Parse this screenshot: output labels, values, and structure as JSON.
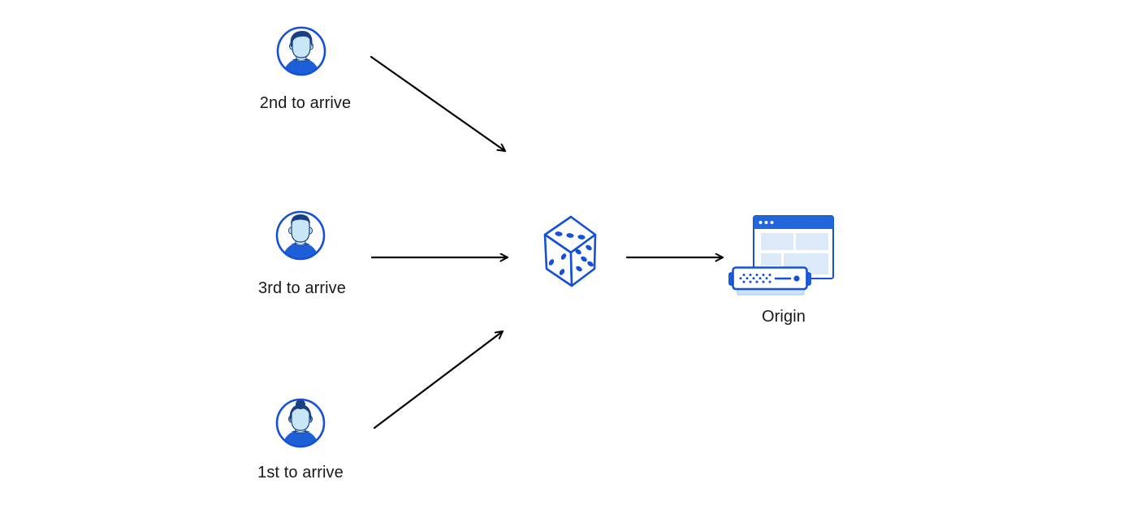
{
  "diagram": {
    "title": "request-coalescing-random-order-diagram",
    "clients": [
      {
        "id": "client-second",
        "label": "2nd to arrive",
        "icon": "avatar-man-swept-hair-icon"
      },
      {
        "id": "client-third",
        "label": "3rd to arrive",
        "icon": "avatar-man-short-hair-icon"
      },
      {
        "id": "client-first",
        "label": "1st to arrive",
        "icon": "avatar-woman-bun-icon"
      }
    ],
    "randomizer": {
      "id": "dice",
      "icon": "dice-icon"
    },
    "origin": {
      "id": "origin",
      "label": "Origin",
      "icon": "origin-server-icon"
    },
    "edges": [
      {
        "from": "client-second",
        "to": "dice"
      },
      {
        "from": "client-third",
        "to": "dice"
      },
      {
        "from": "client-first",
        "to": "dice"
      },
      {
        "from": "dice",
        "to": "origin"
      }
    ]
  },
  "colors": {
    "background": "#ffffff",
    "outline_blue": "#1450d8",
    "titlebar_blue": "#2166db",
    "shirt_blue": "#1c5fd6",
    "hair_navy": "#1b3f85",
    "face_light_blue": "#c9e6f6",
    "panel_light_blue": "#dce9f9",
    "server_base_light_blue": "#cfe2f7",
    "arrow_black": "#000000",
    "text": "#17191c"
  }
}
